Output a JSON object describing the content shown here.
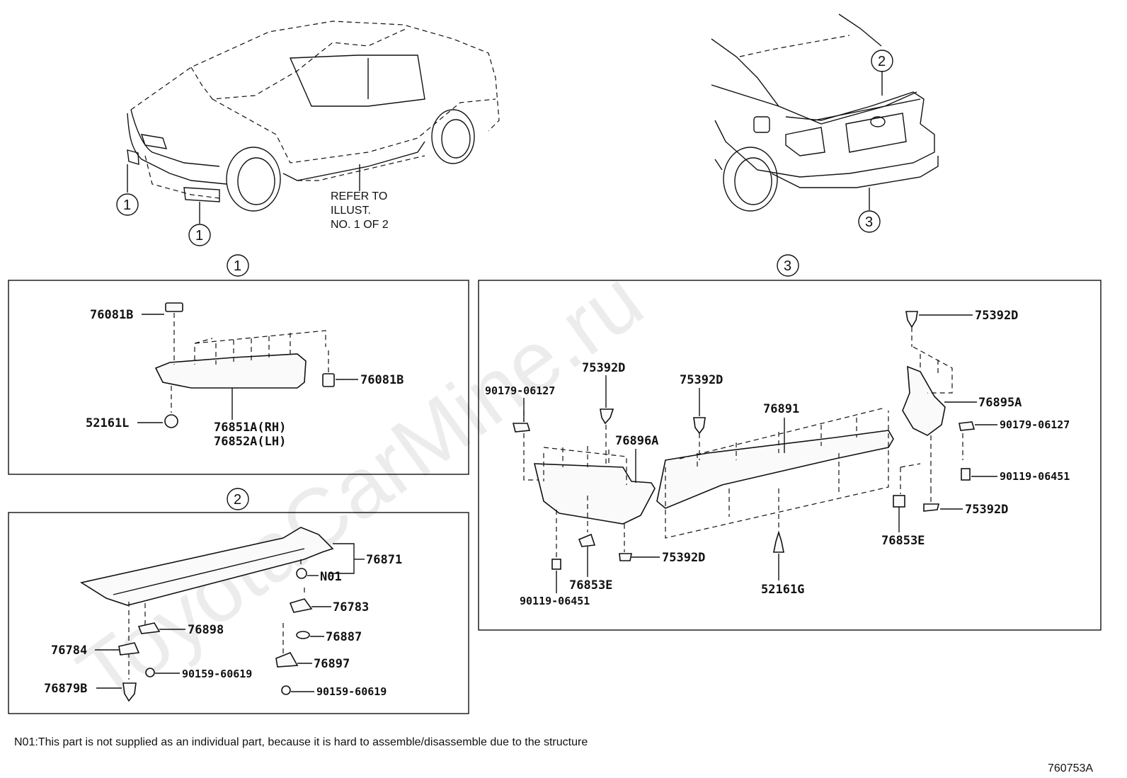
{
  "watermark": "ToyotaCarMine.ru",
  "overview": {
    "refer_text": [
      "REFER TO",
      "ILLUST.",
      "NO. 1 OF 2"
    ],
    "callouts": [
      "1",
      "1",
      "2",
      "3"
    ]
  },
  "panels": {
    "p1": {
      "label": "1",
      "parts": [
        "76081B",
        "76081B",
        "52161L",
        "76851A(RH)",
        "76852A(LH)"
      ]
    },
    "p2": {
      "label": "2",
      "parts": [
        "76871",
        "N01",
        "76783",
        "76887",
        "76897",
        "90159-60619",
        "76898",
        "76784",
        "90159-60619",
        "76879B"
      ]
    },
    "p3": {
      "label": "3",
      "parts": [
        "75392D",
        "76895A",
        "90179-06127",
        "90119-06451",
        "75392D",
        "76853E",
        "76891",
        "75392D",
        "75392D",
        "90179-06127",
        "76896A",
        "75392D",
        "76853E",
        "90119-06451",
        "52161G"
      ]
    }
  },
  "footnote": "N01:This part is not supplied as an individual part, because it is hard to assemble/disassemble due to the structure",
  "diagram_id": "760753A"
}
